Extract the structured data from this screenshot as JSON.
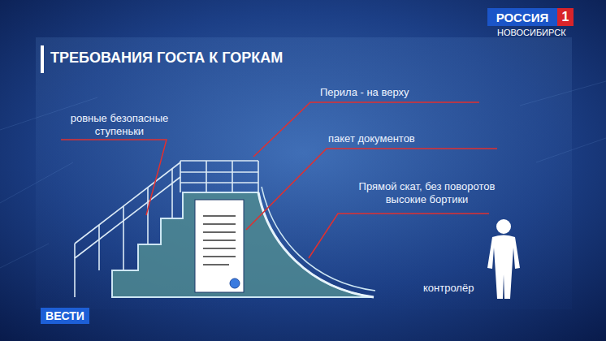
{
  "diagram": {
    "title": "ТРЕБОВАНИЯ ГОСТА К ГОРКАМ",
    "nodes": [
      {
        "text": [
          "РОССИЯ"
        ]
      },
      {
        "text": [
          "1"
        ]
      },
      {
        "text": [
          "ВЕСТИ"
        ]
      }
    ],
    "labels": [
      "НОВОСИБИРСК",
      "Перила - на верху",
      "ровные безопасные ступеньки",
      "пакет документов",
      "Прямой скат, без поворотов высокие бортики",
      "контролёр"
    ]
  }
}
